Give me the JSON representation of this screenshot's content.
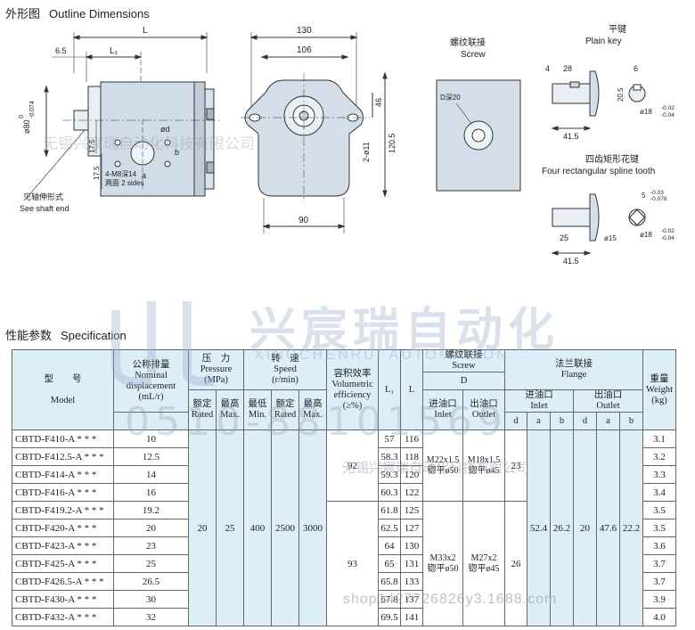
{
  "dimensions": {
    "title_cn": "外形图",
    "title_en": "Outline Dimensions",
    "front": {
      "L": "L",
      "L1": "L₁",
      "d65": "6.5",
      "phi80": "ø80",
      "tol_up": "0",
      "tol_dn": "-0.074",
      "d175a": "17.5",
      "d175b": "17.5",
      "phid": "ød",
      "b": "b",
      "a": "a",
      "bolts": "4-M8深14",
      "bolts_en": "两面 2 sides",
      "shaft_cn": "见轴伸形式",
      "shaft_en": "See shaft end"
    },
    "side": {
      "d130": "130",
      "d106": "106",
      "d46": "46",
      "d1205": "120.5",
      "phi11": "2-ø11",
      "d90": "90"
    },
    "screw": {
      "title_cn": "螺纹联接",
      "title_en": "Screw",
      "depth": "D深20"
    },
    "plain_key": {
      "title_cn": "平键",
      "title_en": "Plain key",
      "d4": "4",
      "d28": "28",
      "d6": "6",
      "d205": "20.5",
      "d415": "41.5",
      "phi18": "ø18",
      "tol_up": "-0.02",
      "tol_dn": "-0.04"
    },
    "spline": {
      "title_cn": "四齿矩形花键",
      "title_en": "Four rectangular spline tooth",
      "d5": "5",
      "tol_up5": "-0.03",
      "tol_dn5": "-0.078",
      "d25": "25",
      "phi15": "ø15",
      "d415": "41.5",
      "phi18": "ø18",
      "tol_up": "-0.02",
      "tol_dn": "-0.04"
    }
  },
  "watermark": {
    "cn": "兴宸瑞自动化",
    "en": "XINGCHENRUI AUTOMATION",
    "phone": "0510-88101569",
    "company": "无锡兴宸瑞自动化科技有限公司",
    "site": "shop1427726826y3.1688.com"
  },
  "spec": {
    "title_cn": "性能参数",
    "title_en": "Specification",
    "headers": {
      "model_cn": "型　　号",
      "model_en": "Model",
      "disp_cn": "公称排量",
      "disp_en": "Nominal displacement",
      "disp_unit": "(mL/r)",
      "press_cn": "压　力",
      "press_en": "Pressure",
      "press_unit": "(MPa)",
      "rated_cn": "额定",
      "rated_en": "Rated",
      "max_cn": "最高",
      "max_en": "Max.",
      "speed_cn": "转　速",
      "speed_en": "Speed",
      "speed_unit": "(r/min)",
      "min_cn": "最低",
      "min_en": "Min.",
      "srated_cn": "额定",
      "srated_en": "Rated",
      "smax_cn": "最高",
      "smax_en": "Max.",
      "vol_cn": "容积效率",
      "vol_en": "Volumetric efficiency",
      "vol_unit": "(≥%)",
      "L1": "L₁",
      "L": "L",
      "screw_cn": "螺纹联接",
      "screw_en": "Screw",
      "D": "D",
      "sin_cn": "进油口",
      "sin_en": "Inlet",
      "sout_cn": "出油口",
      "sout_en": "Outlet",
      "flange_cn": "法兰联接",
      "flange_en": "Flange",
      "fin_cn": "进油口",
      "fin_en": "Inlet",
      "fout_cn": "出油口",
      "fout_en": "Outlet",
      "d": "d",
      "a": "a",
      "b": "b",
      "weight_cn": "重量",
      "weight_en": "Weight",
      "weight_unit": "(kg)"
    },
    "rows": [
      {
        "model": "CBTD-F410-A * * *",
        "disp": "10",
        "L1": "57",
        "L": "116",
        "weight": "3.1"
      },
      {
        "model": "CBTD-F412.5-A * * *",
        "disp": "12.5",
        "L1": "58.3",
        "L": "118",
        "weight": "3.2"
      },
      {
        "model": "CBTD-F414-A * * *",
        "disp": "14",
        "L1": "59.3",
        "L": "120",
        "weight": "3.3"
      },
      {
        "model": "CBTD-F416-A * * *",
        "disp": "16",
        "L1": "60.3",
        "L": "122",
        "weight": "3.4"
      },
      {
        "model": "CBTD-F419.2-A * * *",
        "disp": "19.2",
        "L1": "61.8",
        "L": "125",
        "weight": "3.5"
      },
      {
        "model": "CBTD-F420-A * * *",
        "disp": "20",
        "L1": "62.5",
        "L": "127",
        "weight": "3.5"
      },
      {
        "model": "CBTD-F423-A * * *",
        "disp": "23",
        "L1": "64",
        "L": "130",
        "weight": "3.6"
      },
      {
        "model": "CBTD-F425-A * * *",
        "disp": "25",
        "L1": "65",
        "L": "131",
        "weight": "3.7"
      },
      {
        "model": "CBTD-F426.5-A * * *",
        "disp": "26.5",
        "L1": "65.8",
        "L": "133",
        "weight": "3.7"
      },
      {
        "model": "CBTD-F430-A * * *",
        "disp": "30",
        "L1": "67.8",
        "L": "137",
        "weight": "3.9"
      },
      {
        "model": "CBTD-F432-A * * *",
        "disp": "32",
        "L1": "69.5",
        "L": "141",
        "weight": "4.0"
      }
    ],
    "merged": {
      "rated": "20",
      "max": "25",
      "min": "400",
      "srated": "2500",
      "smax": "3000",
      "vol1": "92",
      "vol2": "93",
      "sin1": "M22x1.5",
      "sin1b": "锪平ø50",
      "sout1": "M18x1.5",
      "sout1b": "锪平ø45",
      "sin2": "M33x2",
      "sin2b": "锪平ø50",
      "sout2": "M27x2",
      "sout2b": "锪平ø45",
      "fd1": "23",
      "fd2": "26",
      "fa": "52.4",
      "fb": "26.2",
      "od": "20",
      "oa": "47.6",
      "ob": "22.2"
    }
  }
}
